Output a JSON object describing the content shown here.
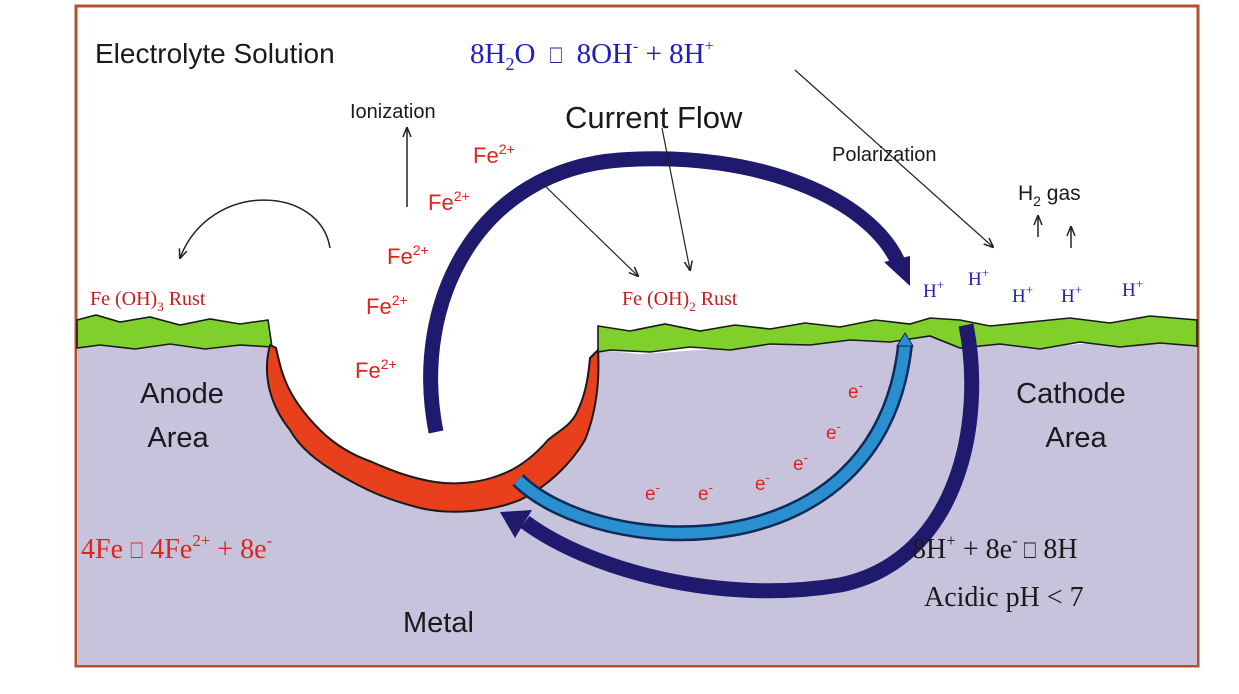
{
  "labels": {
    "electrolyte": "Electrolyte Solution",
    "water_eq": {
      "a": "8H",
      "a_sub": "2",
      "b": "O",
      "sym": "⎕",
      "c": "8OH",
      "c_sup": "-",
      "d": " + 8H",
      "d_sup": "+"
    },
    "current_flow": "Current Flow",
    "ionization": "Ionization",
    "polarization": "Polarization",
    "h2_gas": {
      "a": "H",
      "sub": "2",
      "b": " gas"
    },
    "fe_ion": {
      "base": "Fe",
      "sup": "2+"
    },
    "rust3": {
      "a": "Fe (OH)",
      "sub": "3",
      "b": "  Rust"
    },
    "rust2": {
      "a": "Fe (OH)",
      "sub": "2",
      "b": "  Rust"
    },
    "h_ion": {
      "base": "H",
      "sup": "+"
    },
    "electron": {
      "base": "e",
      "sup": "-"
    },
    "anode_l1": "Anode",
    "anode_l2": "Area",
    "cathode_l1": "Cathode",
    "cathode_l2": "Area",
    "anode_eq": {
      "a": "4Fe ",
      "sym": "⎕",
      "b": " 4Fe",
      "sup": "2+",
      "c": " + 8e",
      "sup2": "-"
    },
    "cathode_eq": {
      "a": "8H",
      "sup": "+",
      "b": " + 8e",
      "sup2": "-",
      "sym": "  ⎕",
      "c": "  8H"
    },
    "acidic": "Acidic pH  < 7",
    "metal": "Metal"
  },
  "colors": {
    "frame": "#b5502e",
    "metal": "#c8c3dc",
    "rust_layer": "#7fd02a",
    "pit": "#e8401c",
    "current_arrow": "#201a6e",
    "electron_arrow": "#2a8fcf",
    "red_text": "#e0241c",
    "blue_text": "#2020b8"
  }
}
